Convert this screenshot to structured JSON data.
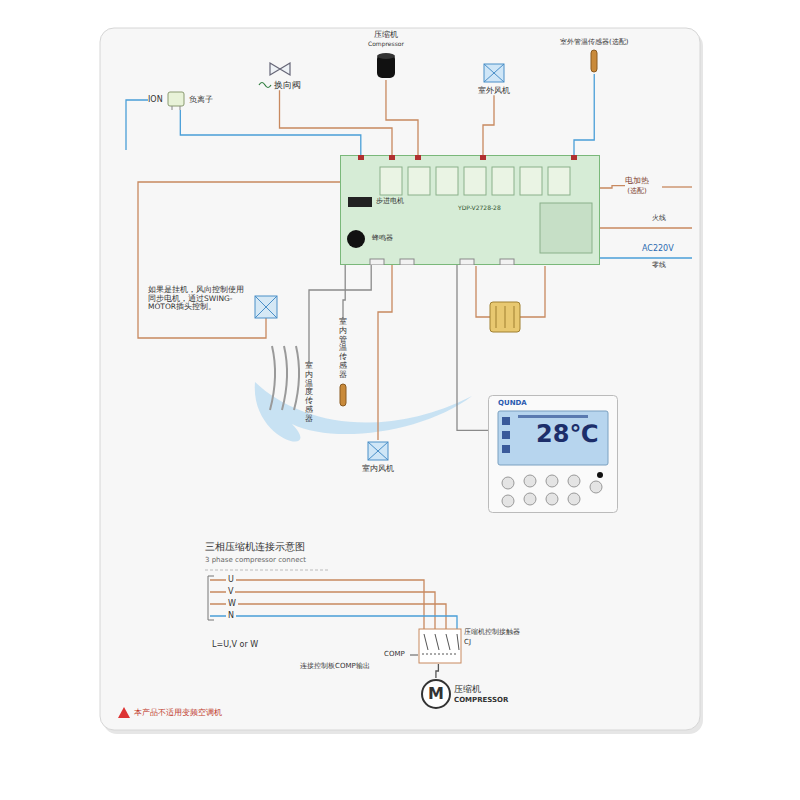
{
  "diagram": {
    "nodes": [
      {
        "text": [
          "ION",
          "负离子"
        ]
      },
      {
        "text": [
          "换向阀"
        ]
      },
      {
        "text": [
          "压缩机",
          "Compressor"
        ]
      },
      {
        "text": [
          "室外风机"
        ]
      },
      {
        "text": [
          "室外管温传感器(选配)"
        ]
      },
      {
        "text": [
          "YDP-V2728-28"
        ]
      },
      {
        "text": [
          "电加热",
          "(选配)"
        ]
      },
      {
        "text": [
          "室内管温传感器"
        ]
      },
      {
        "text": [
          "室内温度传感器"
        ]
      },
      {
        "text": [
          "室内风机"
        ]
      },
      {
        "text": [
          "QUNDA",
          "28℃"
        ]
      },
      {
        "text": [
          "压缩机控制接触器",
          "CJ"
        ]
      },
      {
        "text": [
          "M",
          "压缩机",
          "COMPRESSOR"
        ]
      }
    ],
    "edges": [
      {
        "from": 5,
        "to": 0,
        "arrow": "none"
      },
      {
        "from": 5,
        "to": 1,
        "arrow": "none"
      },
      {
        "from": 5,
        "to": 2,
        "arrow": "none"
      },
      {
        "from": 5,
        "to": 3,
        "arrow": "none"
      },
      {
        "from": 4,
        "to": 5,
        "arrow": "none"
      },
      {
        "from": 5,
        "to": 6,
        "arrow": "none"
      },
      {
        "from": 7,
        "to": 5,
        "arrow": "none"
      },
      {
        "from": 8,
        "to": 5,
        "arrow": "none"
      },
      {
        "from": 5,
        "to": 9,
        "arrow": "none"
      },
      {
        "from": 10,
        "to": 5,
        "arrow": "none"
      },
      {
        "from": 11,
        "to": 12,
        "arrow": "none"
      }
    ],
    "labels": [
      "步进电机",
      "蜂鸣器",
      "火线",
      "AC220V",
      "零线",
      "如果是挂机，风向控制使用同步电机，通过SWING-MOTOR插头控制。",
      "三相压缩机连接示意图",
      "3 phase compressor connect",
      "U",
      "V",
      "W",
      "N",
      "L=U,V or W",
      "COMP",
      "连接控制板COMP输出",
      "本产品不适用变频空调机"
    ]
  }
}
